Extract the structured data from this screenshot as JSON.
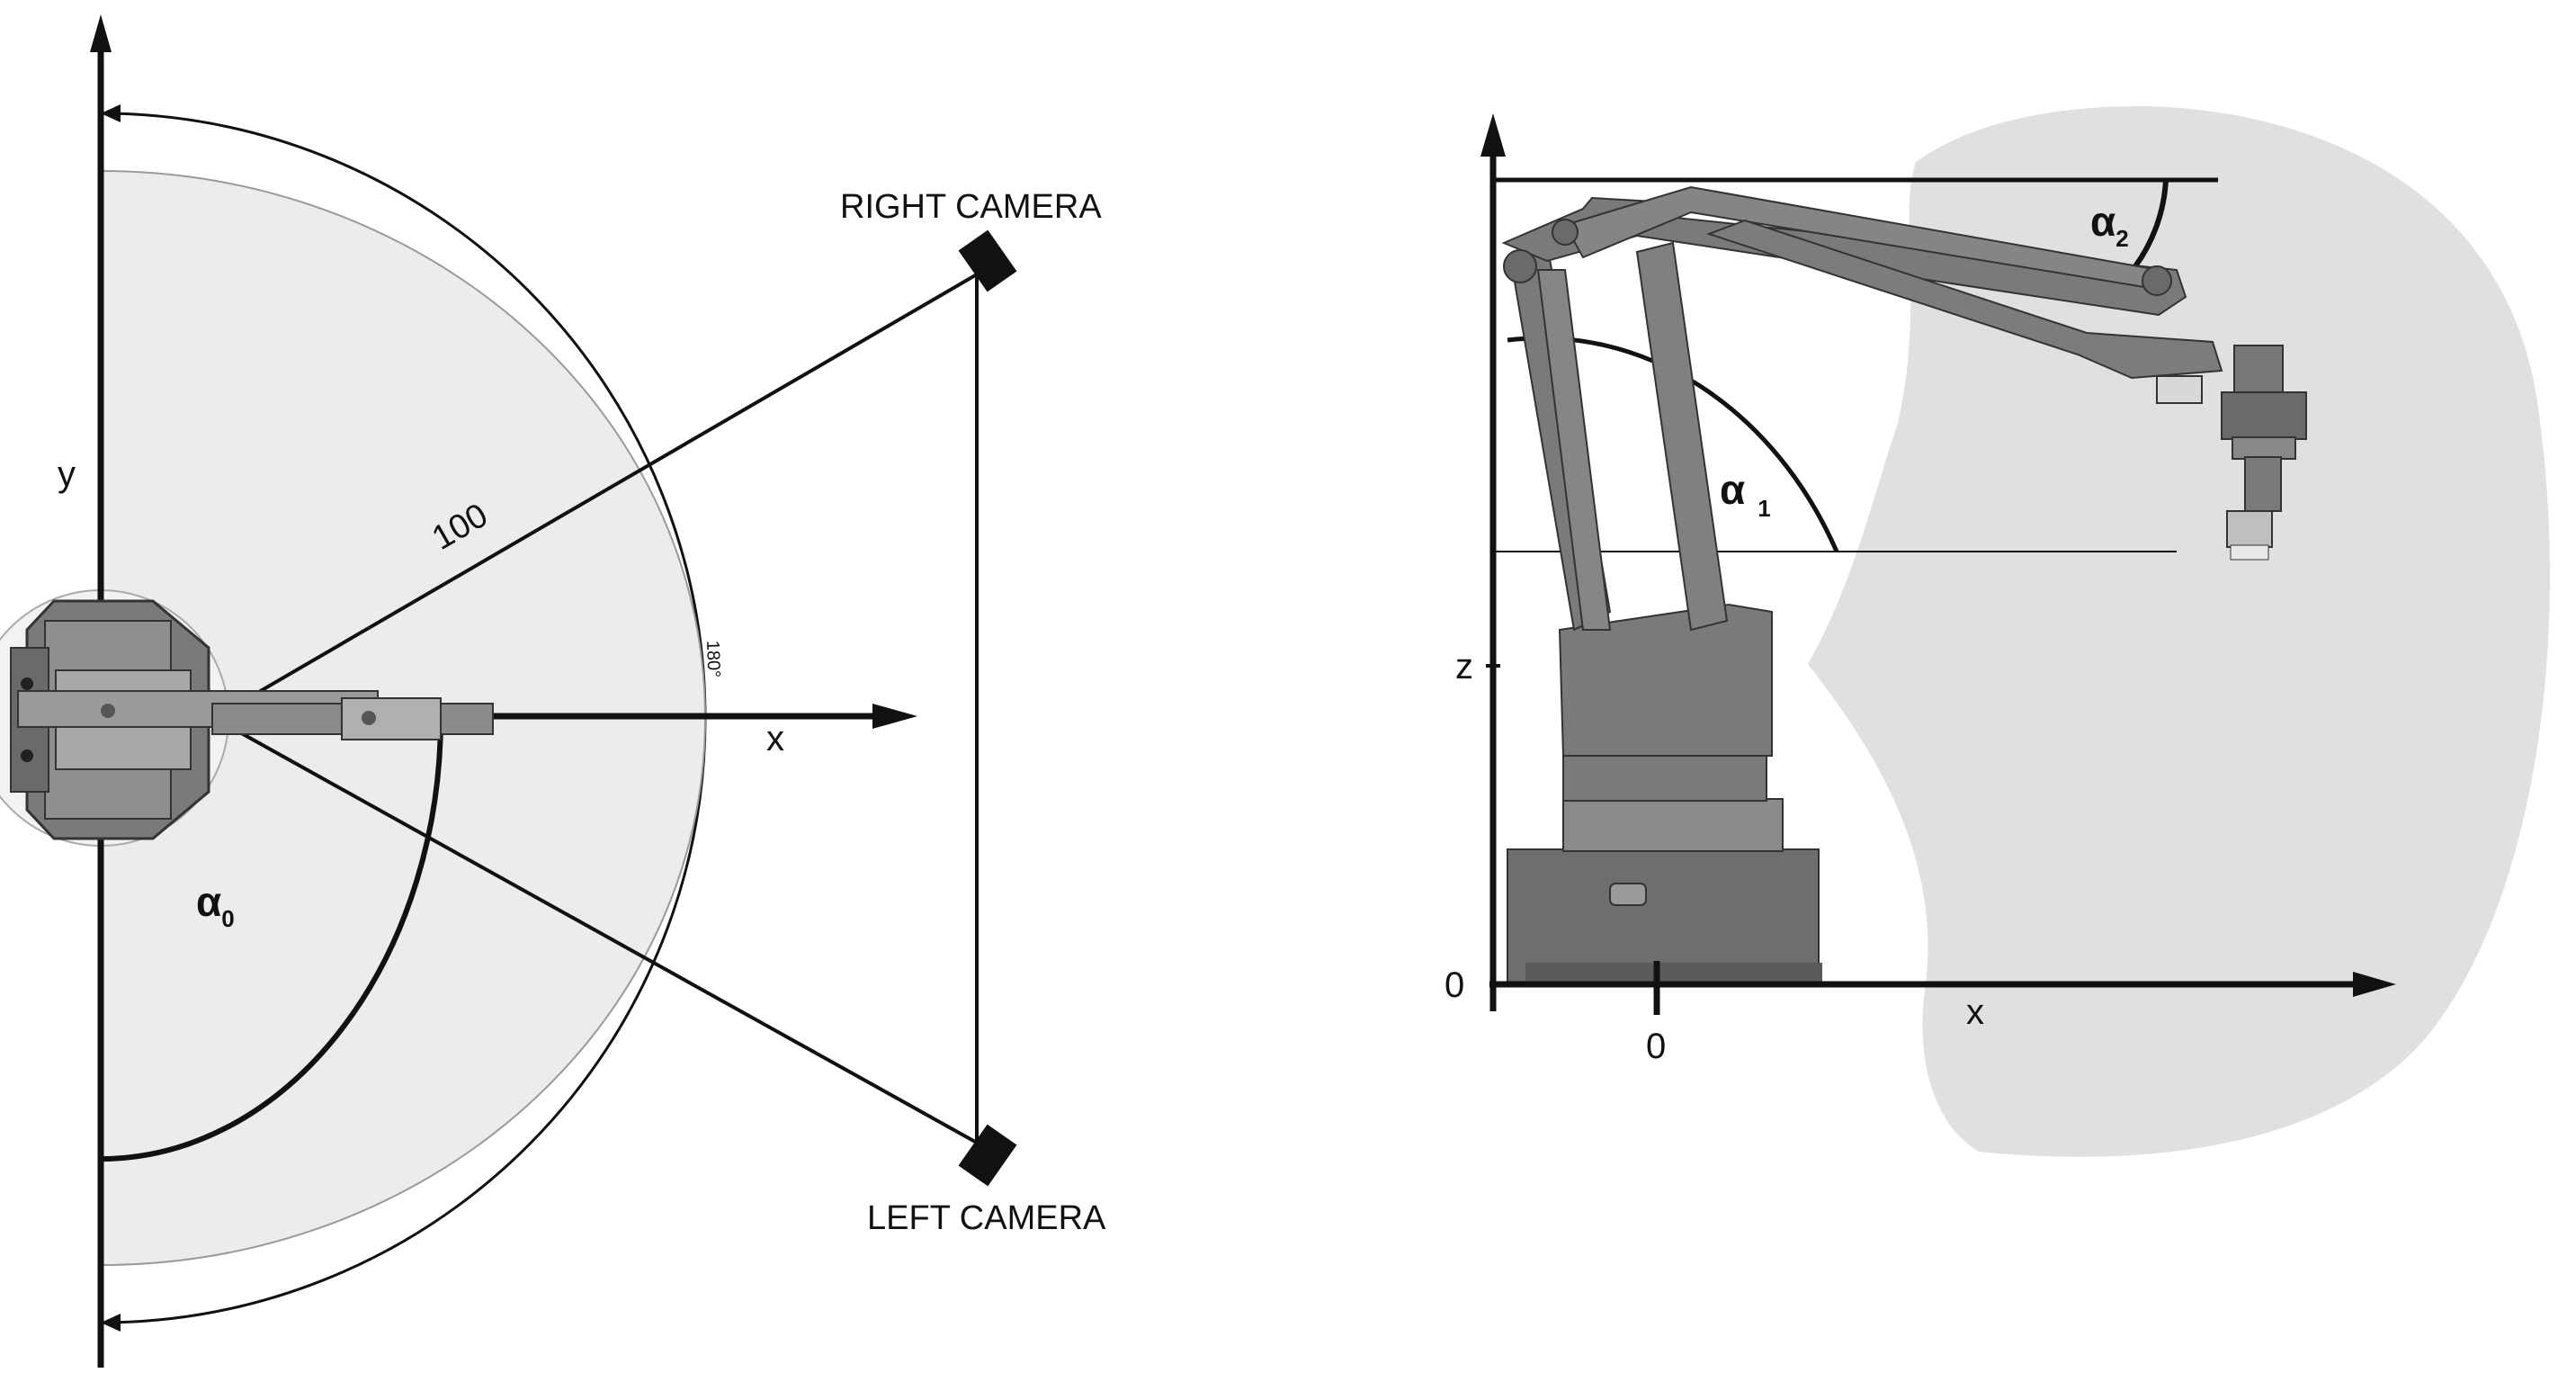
{
  "top_view": {
    "axis_y_label": "y",
    "axis_x_label": "x",
    "radius_label": "100",
    "arc_degree_label": "180°",
    "angle_symbol": "α",
    "angle_subscript": "0",
    "right_camera_label": "RIGHT CAMERA",
    "left_camera_label": "LEFT CAMERA"
  },
  "side_view": {
    "axis_z_label": "z",
    "axis_x_label": "x",
    "z_origin_label": "0",
    "x_origin_label": "0",
    "alpha1_symbol": "α",
    "alpha1_subscript": "1",
    "alpha2_symbol": "α",
    "alpha2_subscript": "2"
  },
  "colors": {
    "workspace_fill": "#e0e0e0",
    "workspace_fill_light": "#ececec",
    "robot_body": "#777777",
    "robot_dark": "#5a5a5a",
    "line": "#111111"
  }
}
